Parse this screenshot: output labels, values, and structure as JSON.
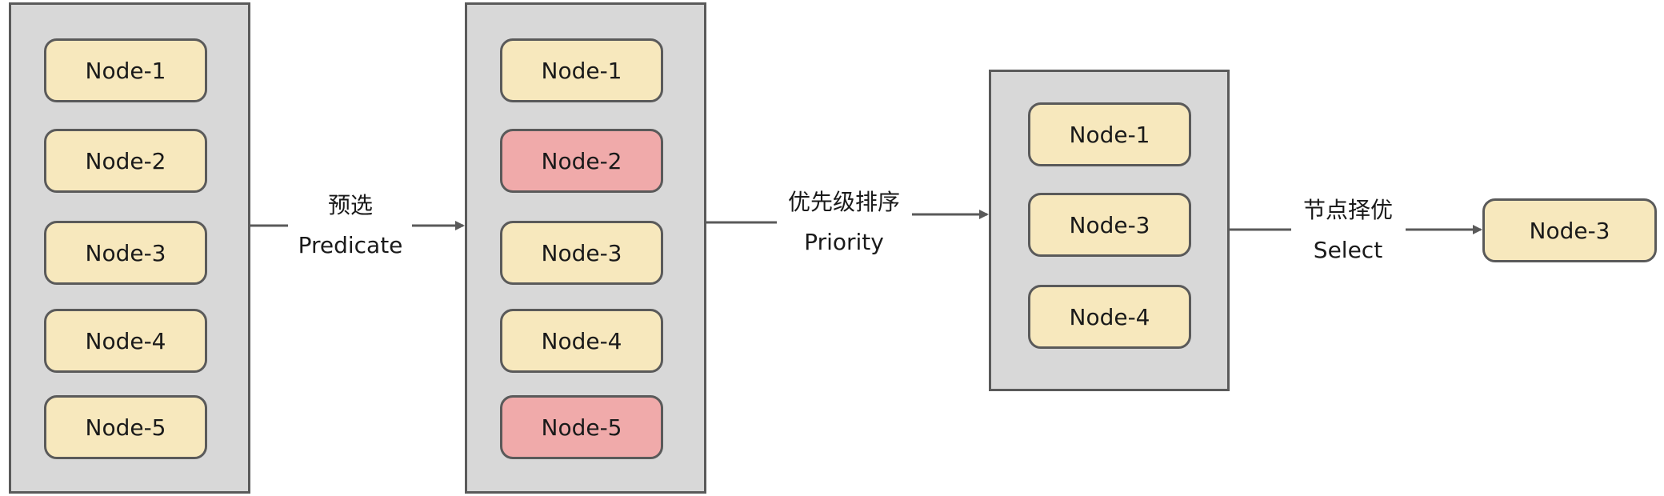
{
  "colors": {
    "group_fill": "#d8d8d8",
    "border": "#5a5a5a",
    "node_fill": "#f7e8bd",
    "filtered_fill": "#f0aaaa"
  },
  "stages": [
    {
      "nodes": [
        {
          "label": "Node-1",
          "state": "kept"
        },
        {
          "label": "Node-2",
          "state": "kept"
        },
        {
          "label": "Node-3",
          "state": "kept"
        },
        {
          "label": "Node-4",
          "state": "kept"
        },
        {
          "label": "Node-5",
          "state": "kept"
        }
      ]
    },
    {
      "nodes": [
        {
          "label": "Node-1",
          "state": "kept"
        },
        {
          "label": "Node-2",
          "state": "filtered"
        },
        {
          "label": "Node-3",
          "state": "kept"
        },
        {
          "label": "Node-4",
          "state": "kept"
        },
        {
          "label": "Node-5",
          "state": "filtered"
        }
      ]
    },
    {
      "nodes": [
        {
          "label": "Node-1",
          "state": "kept"
        },
        {
          "label": "Node-3",
          "state": "kept"
        },
        {
          "label": "Node-4",
          "state": "kept"
        }
      ]
    },
    {
      "nodes": [
        {
          "label": "Node-3",
          "state": "kept"
        }
      ]
    }
  ],
  "steps": [
    {
      "zh": "预选",
      "en": "Predicate"
    },
    {
      "zh": "优先级排序",
      "en": "Priority"
    },
    {
      "zh": "节点择优",
      "en": "Select"
    }
  ]
}
